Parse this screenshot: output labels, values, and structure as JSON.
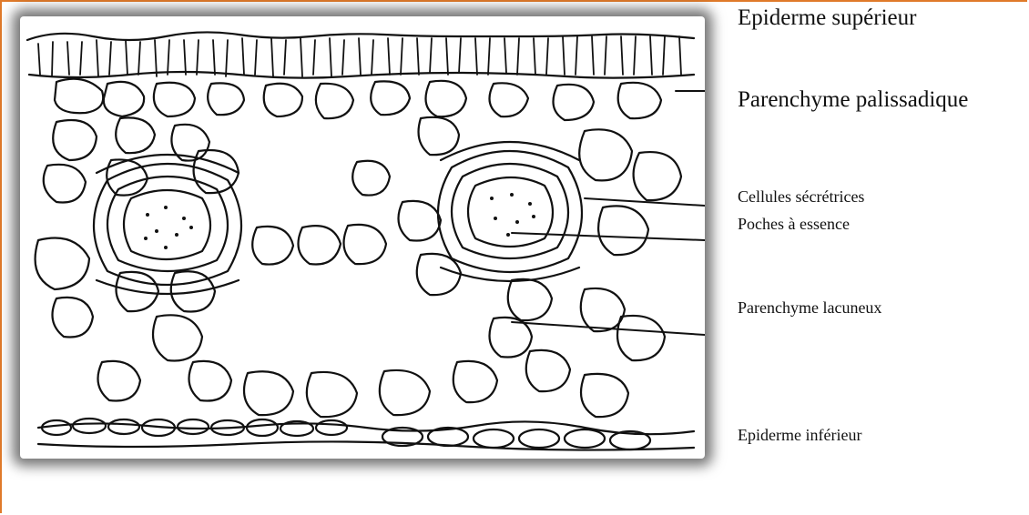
{
  "labels": {
    "epiderme_superieur": "Epiderme   supérieur",
    "parenchyme_palissadique": "Parenchyme palissadique",
    "cellules_secretrices": "Cellules sécrétrices",
    "poches_a_essence": "Poches à essence",
    "parenchyme_lacuneux": "Parenchyme lacuneux",
    "epiderme_inferieur": "Epiderme inférieur"
  },
  "colors": {
    "frame_border": "#e07a2a",
    "ink": "#111111"
  }
}
